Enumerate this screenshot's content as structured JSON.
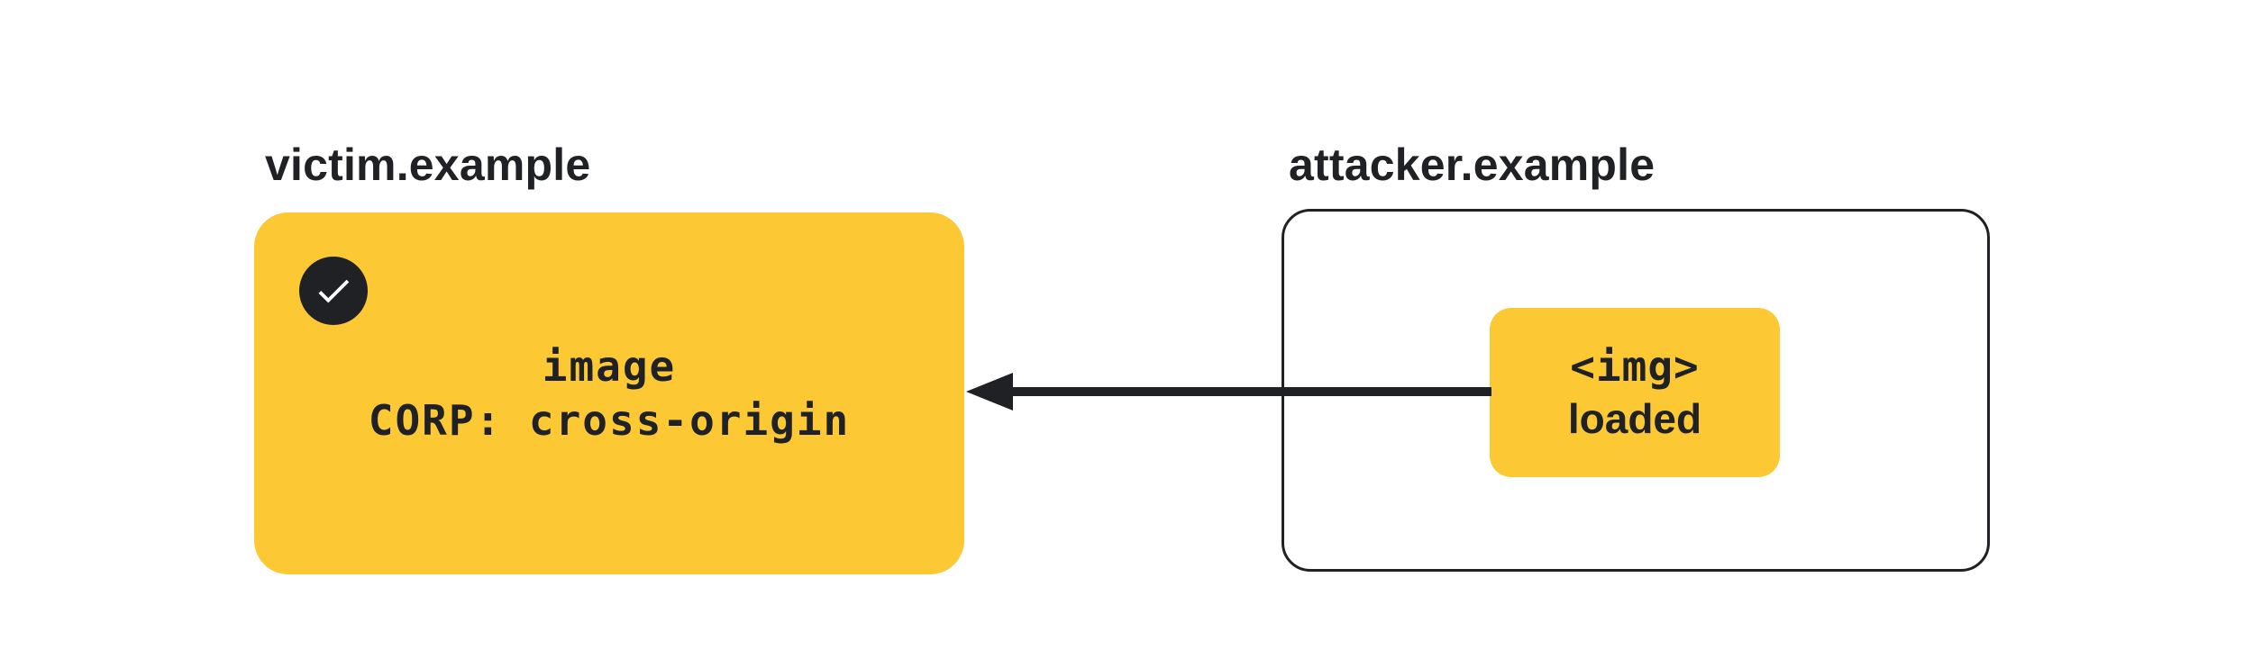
{
  "colors": {
    "accent_yellow": "#FCC934",
    "ink": "#202124",
    "canvas": "#FFFFFF"
  },
  "victim": {
    "domain_label": "victim.example",
    "card": {
      "status_icon": "check-icon",
      "line1": "image",
      "line2": "CORP: cross-origin"
    }
  },
  "attacker": {
    "domain_label": "attacker.example",
    "card": {
      "chip_line1": "<img>",
      "chip_line2": "loaded"
    }
  },
  "arrow": {
    "direction": "right-to-left",
    "from": "attacker.example",
    "to": "victim.example"
  }
}
